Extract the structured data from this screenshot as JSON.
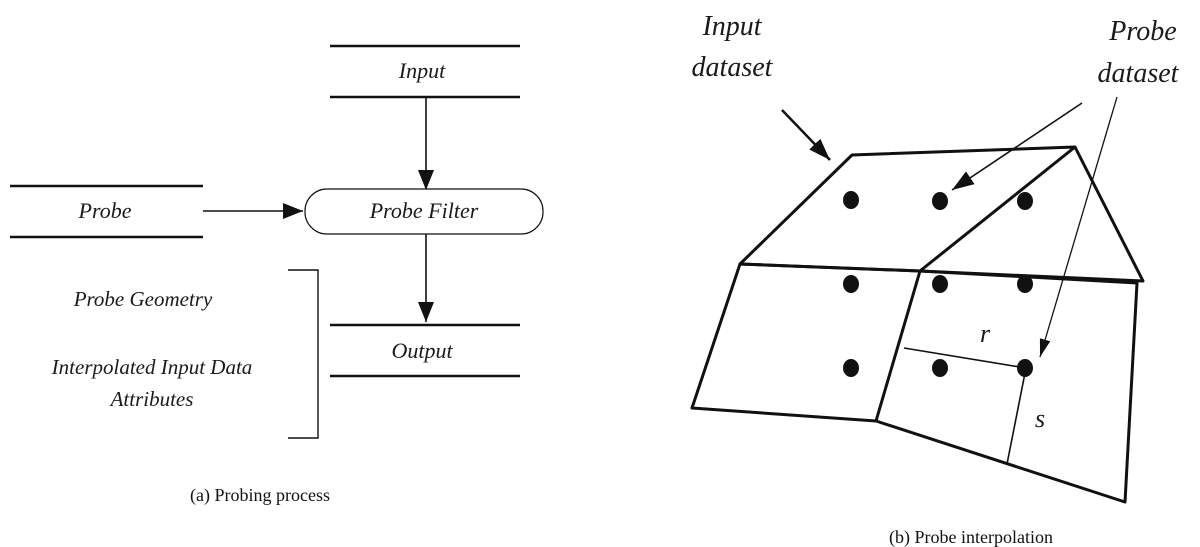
{
  "left_diagram": {
    "input_label": "Input",
    "probe_label": "Probe",
    "filter_label": "Probe Filter",
    "output_label": "Output",
    "output_contents": {
      "line1": "Probe Geometry",
      "line2": "Interpolated Input Data",
      "line3": "Attributes"
    },
    "caption": "(a) Probing process"
  },
  "right_diagram": {
    "input_dataset_label": {
      "line1": "Input",
      "line2": "dataset"
    },
    "probe_dataset_label": {
      "line1": "Probe",
      "line2": "dataset"
    },
    "r_label": "r",
    "s_label": "s",
    "caption": "(b) Probe interpolation"
  }
}
